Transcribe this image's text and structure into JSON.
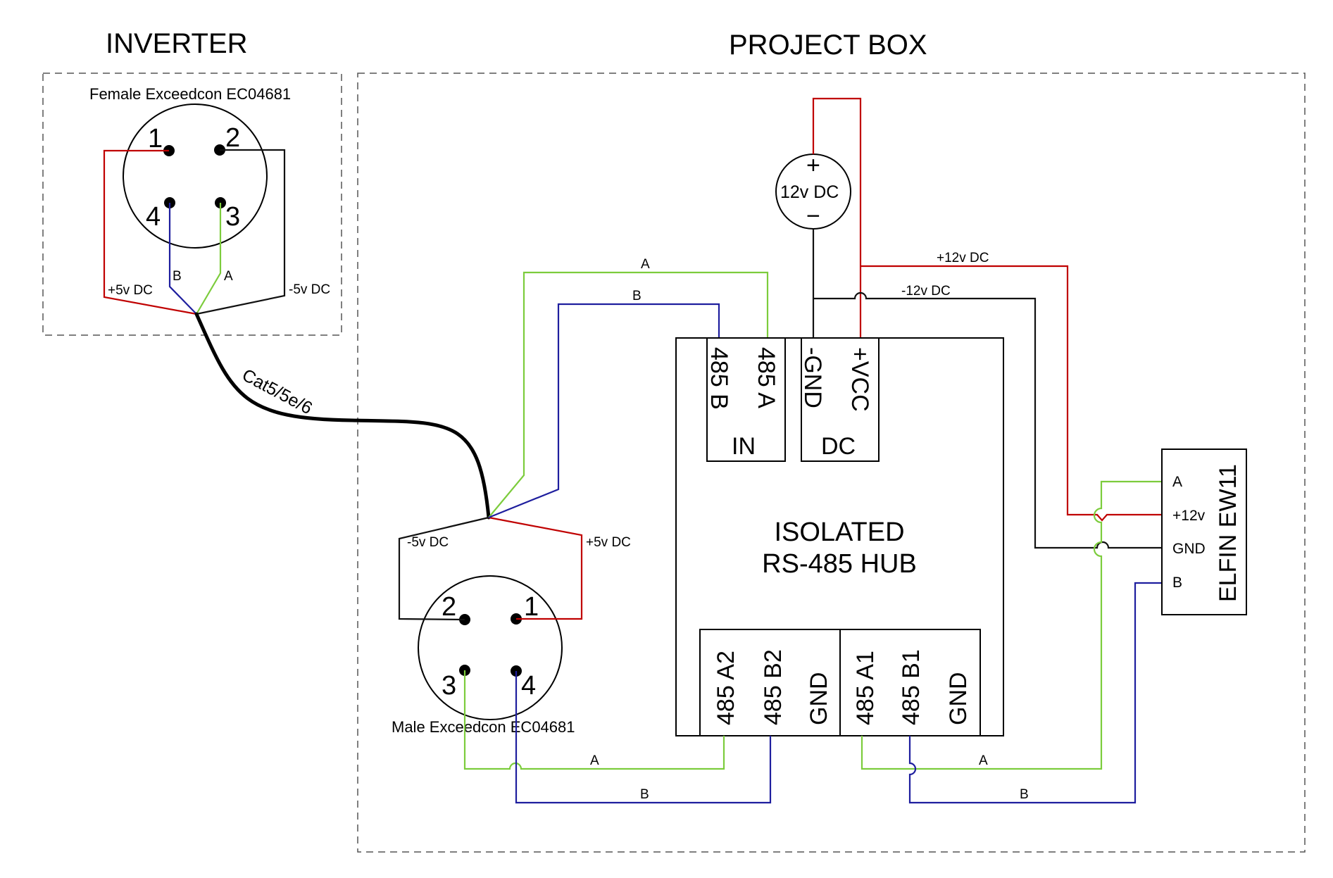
{
  "sections": {
    "inverter_title": "INVERTER",
    "project_box_title": "PROJECT BOX"
  },
  "female_connector": {
    "label": "Female Exceedcon EC04681",
    "pins": [
      "1",
      "2",
      "3",
      "4"
    ],
    "wire_labels": {
      "plus5": "+5v DC",
      "b": "B",
      "a": "A",
      "minus5": "-5v DC"
    }
  },
  "cable_label": "Cat5/5e/6",
  "male_connector": {
    "label": "Male Exceedcon EC04681",
    "pins": [
      "1",
      "2",
      "3",
      "4"
    ],
    "wire_labels": {
      "minus5": "-5v DC",
      "plus5": "+5v DC"
    }
  },
  "power_supply": {
    "plus": "+",
    "label": "12v DC",
    "minus": "−"
  },
  "hub": {
    "title_line1": "ISOLATED",
    "title_line2": "RS-485 HUB",
    "in_group": {
      "label": "IN",
      "pins": [
        "485 B",
        "485 A"
      ]
    },
    "dc_group": {
      "label": "DC",
      "pins": [
        "-GND",
        "+VCC"
      ]
    },
    "bottom_pins_left": [
      "485 A2",
      "485 B2",
      "GND"
    ],
    "bottom_pins_right": [
      "485 A1",
      "485 B1",
      "GND"
    ]
  },
  "elfin": {
    "name": "ELFIN EW11",
    "pins": [
      "A",
      "+12v",
      "GND",
      "B"
    ]
  },
  "wire_labels": {
    "in_a": "A",
    "in_b": "B",
    "plus12": "+12v DC",
    "minus12": "-12v DC",
    "a2": "A",
    "b2": "B",
    "a1": "A",
    "b1": "B"
  },
  "colors": {
    "power_positive": "#c00000",
    "rs485_a": "#7ccc3c",
    "rs485_b": "#1e1e9e",
    "ground": "#111111"
  }
}
